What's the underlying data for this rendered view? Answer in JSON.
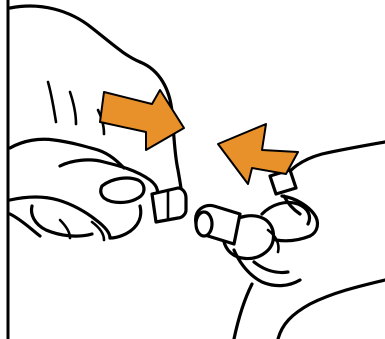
{
  "figure": {
    "description_icons": [
      "left-hand-holding-connector-icon",
      "right-hand-holding-catheter-icon"
    ],
    "colors": {
      "arrow_fill": "#E8912A",
      "arrow_stroke": "#000000",
      "line": "#000000",
      "background": "#ffffff"
    },
    "arrows": [
      {
        "name": "right-pointing-arrow",
        "direction": "right"
      },
      {
        "name": "left-pointing-arrow",
        "direction": "left"
      }
    ]
  }
}
